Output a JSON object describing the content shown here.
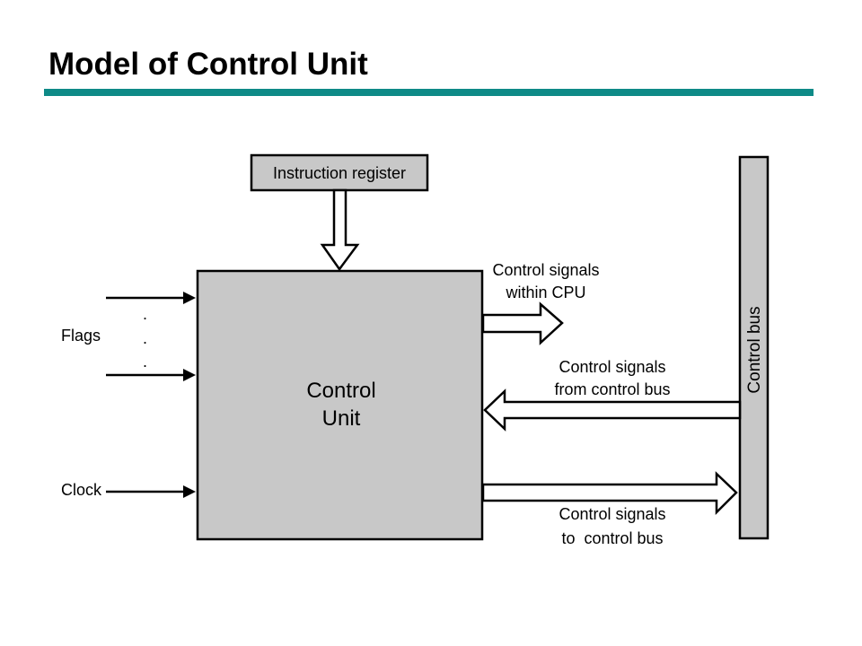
{
  "slide": {
    "title": "Model of Control Unit"
  },
  "colors": {
    "accent_rule": "#0e8a87",
    "box_fill": "#c8c8c8",
    "stroke": "#000000",
    "arrow_fill": "#ffffff"
  },
  "diagram": {
    "instruction_register": "Instruction register",
    "control_unit": {
      "line1": "Control",
      "line2": "Unit"
    },
    "control_bus": "Control bus",
    "flags": "Flags",
    "clock": "Clock",
    "ellipsis_dot": ".",
    "signals_within_cpu": {
      "line1": "Control signals",
      "line2": "within CPU"
    },
    "signals_from_bus": {
      "line1": "Control signals",
      "line2": "from control bus"
    },
    "signals_to_bus": {
      "line1": "Control signals",
      "line2": "to  control bus"
    }
  }
}
